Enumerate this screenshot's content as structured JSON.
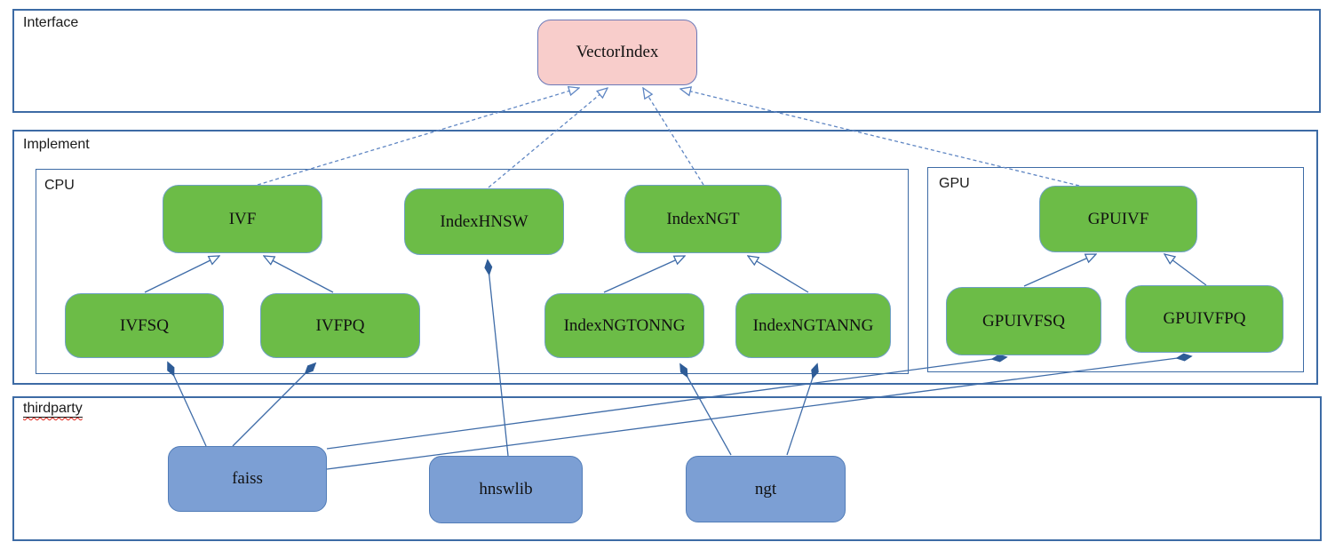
{
  "containers": {
    "interface": {
      "label": "Interface"
    },
    "implement": {
      "label": "Implement"
    },
    "cpu": {
      "label": "CPU"
    },
    "gpu": {
      "label": "GPU"
    },
    "thirdparty": {
      "label": "thirdparty"
    }
  },
  "nodes": {
    "vectorindex": {
      "label": "VectorIndex",
      "kind": "interface"
    },
    "ivf": {
      "label": "IVF",
      "kind": "cpu-implementation"
    },
    "indexhnsw": {
      "label": "IndexHNSW",
      "kind": "cpu-implementation"
    },
    "indexngt": {
      "label": "IndexNGT",
      "kind": "cpu-implementation"
    },
    "ivfsq": {
      "label": "IVFSQ",
      "kind": "cpu-implementation"
    },
    "ivfpq": {
      "label": "IVFPQ",
      "kind": "cpu-implementation"
    },
    "indexngtonng": {
      "label": "IndexNGTONNG",
      "kind": "cpu-implementation"
    },
    "indexngtanng": {
      "label": "IndexNGTANNG",
      "kind": "cpu-implementation"
    },
    "gpuivf": {
      "label": "GPUIVF",
      "kind": "gpu-implementation"
    },
    "gpuivfsq": {
      "label": "GPUIVFSQ",
      "kind": "gpu-implementation"
    },
    "gpuivfpq": {
      "label": "GPUIVFPQ",
      "kind": "gpu-implementation"
    },
    "faiss": {
      "label": "faiss",
      "kind": "thirdparty-library"
    },
    "hnswlib": {
      "label": "hnswlib",
      "kind": "thirdparty-library"
    },
    "ngt": {
      "label": "ngt",
      "kind": "thirdparty-library"
    }
  },
  "edges": [
    {
      "from": "IVF",
      "to": "VectorIndex",
      "type": "realization",
      "style": "dashed-hollow-arrow"
    },
    {
      "from": "IndexHNSW",
      "to": "VectorIndex",
      "type": "realization",
      "style": "dashed-hollow-arrow"
    },
    {
      "from": "IndexNGT",
      "to": "VectorIndex",
      "type": "realization",
      "style": "dashed-hollow-arrow"
    },
    {
      "from": "GPUIVF",
      "to": "VectorIndex",
      "type": "realization",
      "style": "dashed-hollow-arrow"
    },
    {
      "from": "IVFSQ",
      "to": "IVF",
      "type": "generalization",
      "style": "solid-hollow-arrow"
    },
    {
      "from": "IVFPQ",
      "to": "IVF",
      "type": "generalization",
      "style": "solid-hollow-arrow"
    },
    {
      "from": "IndexNGTONNG",
      "to": "IndexNGT",
      "type": "generalization",
      "style": "solid-hollow-arrow"
    },
    {
      "from": "IndexNGTANNG",
      "to": "IndexNGT",
      "type": "generalization",
      "style": "solid-hollow-arrow"
    },
    {
      "from": "GPUIVFSQ",
      "to": "GPUIVF",
      "type": "generalization",
      "style": "solid-hollow-arrow"
    },
    {
      "from": "GPUIVFPQ",
      "to": "GPUIVF",
      "type": "generalization",
      "style": "solid-hollow-arrow"
    },
    {
      "from": "faiss",
      "to": "IVFSQ",
      "type": "composition",
      "style": "solid-filled-diamond"
    },
    {
      "from": "faiss",
      "to": "IVFPQ",
      "type": "composition",
      "style": "solid-filled-diamond"
    },
    {
      "from": "faiss",
      "to": "GPUIVFSQ",
      "type": "composition",
      "style": "solid-filled-diamond"
    },
    {
      "from": "faiss",
      "to": "GPUIVFPQ",
      "type": "composition",
      "style": "solid-filled-diamond"
    },
    {
      "from": "hnswlib",
      "to": "IndexHNSW",
      "type": "composition",
      "style": "solid-filled-diamond"
    },
    {
      "from": "ngt",
      "to": "IndexNGTONNG",
      "type": "composition",
      "style": "solid-filled-diamond"
    },
    {
      "from": "ngt",
      "to": "IndexNGTANNG",
      "type": "composition",
      "style": "solid-filled-diamond"
    }
  ],
  "colors": {
    "container-border": "#3d6ba5",
    "green-fill": "#6cbc47",
    "green-border": "#6fa0c6",
    "pink-fill": "#f8cdcb",
    "pink-border": "#6b79b8",
    "blue-fill": "#7c9fd4",
    "blue-border": "#527db8",
    "line": "#3f6ca8",
    "dashed-line": "#5f86c3",
    "diamond-fill": "#2e5c97",
    "squiggle": "#e0251b"
  }
}
